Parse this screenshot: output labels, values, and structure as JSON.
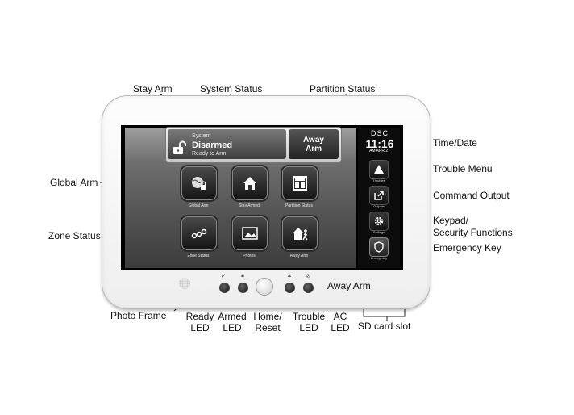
{
  "callouts": {
    "stay_arm": "Stay Arm",
    "system_status": "System Status",
    "partition_status": "Partition Status",
    "time_date": "Time/Date",
    "trouble_menu": "Trouble Menu",
    "global_arm": "Global Arm",
    "command_output": "Command Output",
    "keypad_line1": "Keypad/",
    "keypad_line2": "Security Functions",
    "zone_status": "Zone Status",
    "emergency_key": "Emergency Key",
    "away_arm": "Away Arm",
    "photo_frame": "Photo Frame",
    "ready_line1": "Ready",
    "ready_line2": "LED",
    "armed_line1": "Armed",
    "armed_line2": "LED",
    "home_line1": "Home/",
    "home_line2": "Reset",
    "trouble_line1": "Trouble",
    "trouble_line2": "LED",
    "ac_line1": "AC",
    "ac_line2": "LED",
    "sd_card_slot": "SD card slot"
  },
  "screen": {
    "status": {
      "line1": "System",
      "line2": "Disarmed",
      "line3": "Ready to Arm",
      "action_line1": "Away",
      "action_line2": "Arm"
    },
    "tiles": [
      {
        "label": "Global Arm",
        "icon": "globe-lock-icon"
      },
      {
        "label": "Stay Armed",
        "icon": "house-icon"
      },
      {
        "label": "Partition Status",
        "icon": "partition-grid-icon"
      },
      {
        "label": "Zone Status",
        "icon": "zone-chain-icon"
      },
      {
        "label": "Photos",
        "icon": "photo-icon"
      },
      {
        "label": "Away Arm",
        "icon": "house-person-icon"
      }
    ],
    "side": {
      "brand": "DSC",
      "time": "11:16",
      "date": "AM  APR 27",
      "buttons": [
        {
          "label": "Troubles",
          "icon": "warning-triangle-icon"
        },
        {
          "label": "Outputs",
          "icon": "external-arrow-icon"
        },
        {
          "label": "Settings",
          "icon": "gear-icon"
        },
        {
          "label": "Emergency",
          "icon": "shield-icon"
        }
      ]
    }
  },
  "colors": {
    "screen_dark": "#000000",
    "bezel": "#f2f2f2"
  }
}
